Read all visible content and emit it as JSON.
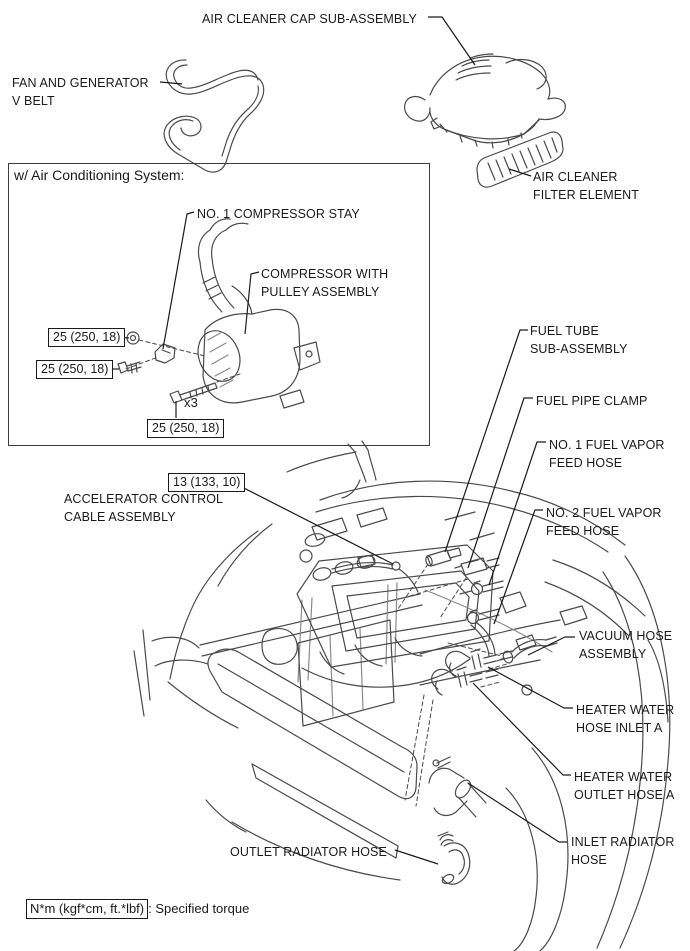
{
  "page": {
    "background": "#ffffff",
    "ink_color": "#1a1a1a",
    "art_color": "#4a4a4a"
  },
  "labels": {
    "air_cleaner_cap": "AIR CLEANER CAP SUB-ASSEMBLY",
    "fan_belt": "FAN AND GENERATOR\nV BELT",
    "air_cleaner_filter": "AIR CLEANER\nFILTER ELEMENT",
    "ac_box_title": "w/ Air Conditioning System:",
    "no1_compressor_stay": "NO. 1 COMPRESSOR STAY",
    "compressor": "COMPRESSOR WITH\nPULLEY ASSEMBLY",
    "x3": "x3",
    "accelerator": "ACCELERATOR CONTROL\nCABLE ASSEMBLY",
    "fuel_tube": "FUEL TUBE\nSUB-ASSEMBLY",
    "fuel_pipe_clamp": "FUEL PIPE CLAMP",
    "no1_fuel_vapor": "NO. 1 FUEL VAPOR\nFEED HOSE",
    "no2_fuel_vapor": "NO. 2 FUEL VAPOR\nFEED HOSE",
    "vacuum_hose": "VACUUM HOSE\nASSEMBLY",
    "heater_inlet": "HEATER WATER\nHOSE INLET A",
    "heater_outlet": "HEATER WATER\nOUTLET HOSE A",
    "inlet_radiator": "INLET RADIATOR\nHOSE",
    "outlet_radiator": "OUTLET RADIATOR HOSE"
  },
  "torques": {
    "compressor_bolt": "25 (250, 18)",
    "accelerator_bracket": "13 (133, 10)"
  },
  "legend": {
    "unit_box": "N*m (kgf*cm, ft.*lbf)",
    "description": ": Specified torque"
  }
}
